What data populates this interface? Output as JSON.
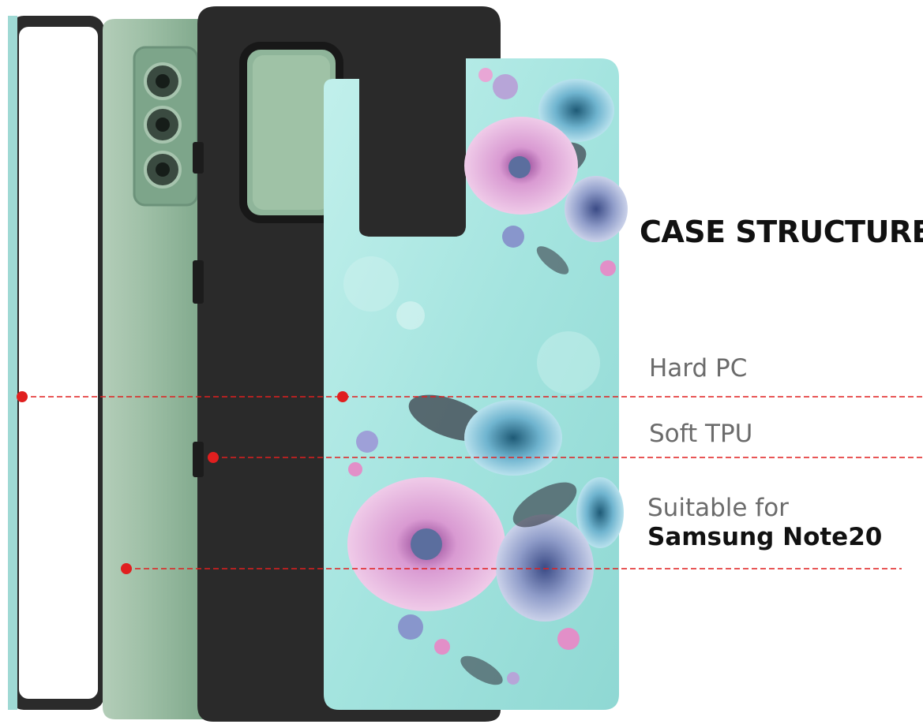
{
  "heading": "CASE STRUCTURE",
  "layers": [
    {
      "label": "Hard PC"
    },
    {
      "label": "Soft TPU"
    },
    {
      "label": "Suitable for",
      "model": "Samsung Note20"
    }
  ],
  "colors": {
    "callout_line": "#e01f1f",
    "phone_body": "#8fb59a",
    "tpu_layer": "#2a2a2a",
    "pc_shell": "#a9e6e2"
  },
  "icons": [
    "camera-lens-icon",
    "flower-print-icon"
  ]
}
